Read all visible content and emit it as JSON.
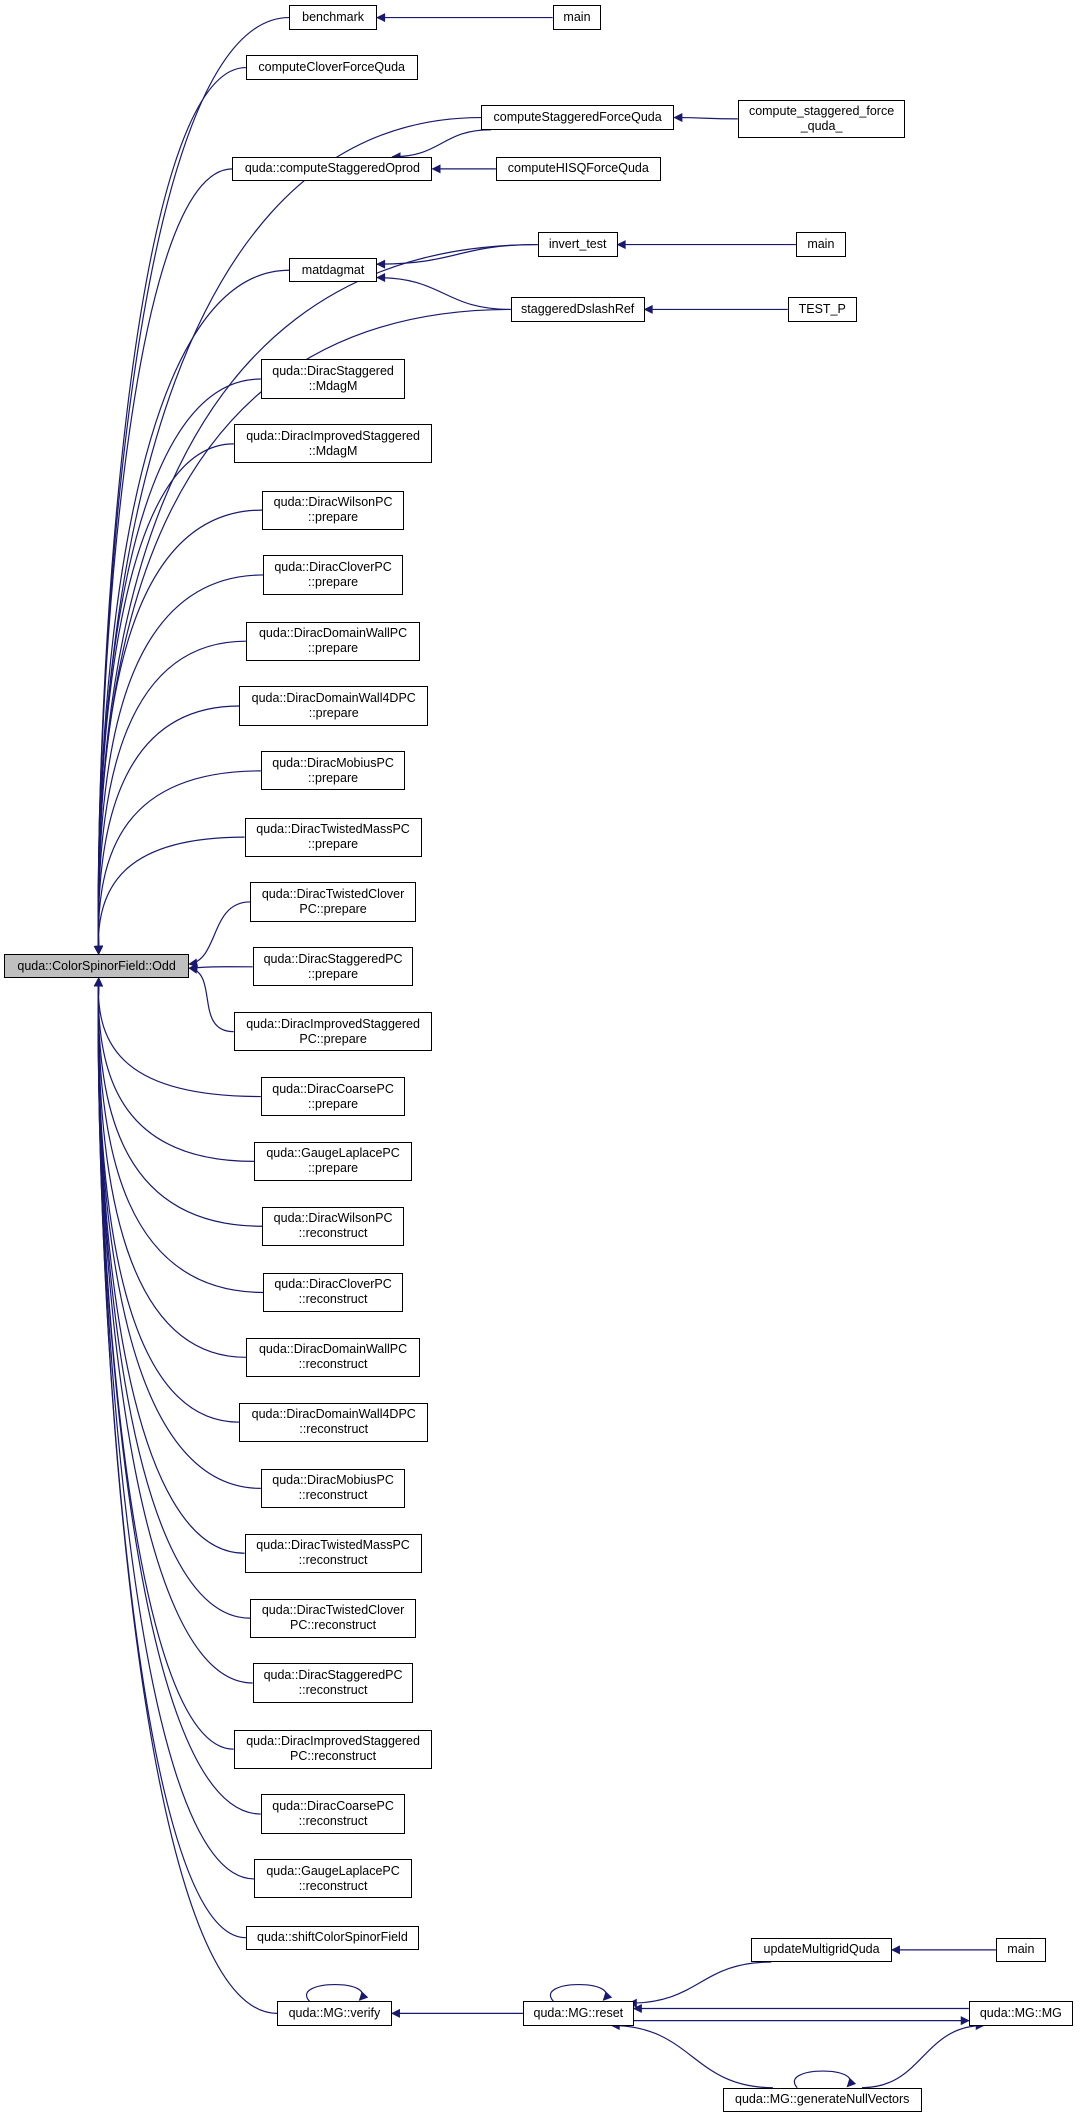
{
  "graph": {
    "root": "n_root",
    "colors": {
      "edge": "#191970",
      "node_border": "#000000",
      "root_fill": "#bfbfbf",
      "node_fill": "#ffffff"
    },
    "nodes": [
      {
        "id": "n_root",
        "label": "quda::ColorSpinorField::Odd"
      },
      {
        "id": "n_benchmark",
        "label": "benchmark"
      },
      {
        "id": "n_main1",
        "label": "main"
      },
      {
        "id": "n_cloverforce",
        "label": "computeCloverForceQuda"
      },
      {
        "id": "n_stagforce",
        "label": "computeStaggeredForceQuda"
      },
      {
        "id": "n_stagforce_",
        "label": "compute_staggered_force\n_quda_"
      },
      {
        "id": "n_stagoprod",
        "label": "quda::computeStaggeredOprod"
      },
      {
        "id": "n_hisq",
        "label": "computeHISQForceQuda"
      },
      {
        "id": "n_matdagmat",
        "label": "matdagmat"
      },
      {
        "id": "n_invert",
        "label": "invert_test"
      },
      {
        "id": "n_main2",
        "label": "main"
      },
      {
        "id": "n_stagdslash",
        "label": "staggeredDslashRef"
      },
      {
        "id": "n_testp",
        "label": "TEST_P"
      },
      {
        "id": "n_ds_mdagm",
        "label": "quda::DiracStaggered\n::MdagM"
      },
      {
        "id": "n_dis_mdagm",
        "label": "quda::DiracImprovedStaggered\n::MdagM"
      },
      {
        "id": "n_p1",
        "label": "quda::DiracWilsonPC\n::prepare"
      },
      {
        "id": "n_p2",
        "label": "quda::DiracCloverPC\n::prepare"
      },
      {
        "id": "n_p3",
        "label": "quda::DiracDomainWallPC\n::prepare"
      },
      {
        "id": "n_p4",
        "label": "quda::DiracDomainWall4DPC\n::prepare"
      },
      {
        "id": "n_p5",
        "label": "quda::DiracMobiusPC\n::prepare"
      },
      {
        "id": "n_p6",
        "label": "quda::DiracTwistedMassPC\n::prepare"
      },
      {
        "id": "n_p7",
        "label": "quda::DiracTwistedClover\nPC::prepare"
      },
      {
        "id": "n_p8",
        "label": "quda::DiracStaggeredPC\n::prepare"
      },
      {
        "id": "n_p9",
        "label": "quda::DiracImprovedStaggered\nPC::prepare"
      },
      {
        "id": "n_p10",
        "label": "quda::DiracCoarsePC\n::prepare"
      },
      {
        "id": "n_p11",
        "label": "quda::GaugeLaplacePC\n::prepare"
      },
      {
        "id": "n_r1",
        "label": "quda::DiracWilsonPC\n::reconstruct"
      },
      {
        "id": "n_r2",
        "label": "quda::DiracCloverPC\n::reconstruct"
      },
      {
        "id": "n_r3",
        "label": "quda::DiracDomainWallPC\n::reconstruct"
      },
      {
        "id": "n_r4",
        "label": "quda::DiracDomainWall4DPC\n::reconstruct"
      },
      {
        "id": "n_r5",
        "label": "quda::DiracMobiusPC\n::reconstruct"
      },
      {
        "id": "n_r6",
        "label": "quda::DiracTwistedMassPC\n::reconstruct"
      },
      {
        "id": "n_r7",
        "label": "quda::DiracTwistedClover\nPC::reconstruct"
      },
      {
        "id": "n_r8",
        "label": "quda::DiracStaggeredPC\n::reconstruct"
      },
      {
        "id": "n_r9",
        "label": "quda::DiracImprovedStaggered\nPC::reconstruct"
      },
      {
        "id": "n_r10",
        "label": "quda::DiracCoarsePC\n::reconstruct"
      },
      {
        "id": "n_r11",
        "label": "quda::GaugeLaplacePC\n::reconstruct"
      },
      {
        "id": "n_shift",
        "label": "quda::shiftColorSpinorField"
      },
      {
        "id": "n_verify",
        "label": "quda::MG::verify"
      },
      {
        "id": "n_reset",
        "label": "quda::MG::reset"
      },
      {
        "id": "n_updmg",
        "label": "updateMultigridQuda"
      },
      {
        "id": "n_main3",
        "label": "main"
      },
      {
        "id": "n_mgmg",
        "label": "quda::MG::MG"
      },
      {
        "id": "n_gennull",
        "label": "quda::MG::generateNullVectors"
      }
    ],
    "edges": [
      [
        "n_benchmark",
        "n_root"
      ],
      [
        "n_cloverforce",
        "n_root"
      ],
      [
        "n_stagforce",
        "n_root"
      ],
      [
        "n_stagoprod",
        "n_root"
      ],
      [
        "n_invert",
        "n_root"
      ],
      [
        "n_matdagmat",
        "n_root"
      ],
      [
        "n_stagdslash",
        "n_root"
      ],
      [
        "n_ds_mdagm",
        "n_root"
      ],
      [
        "n_dis_mdagm",
        "n_root"
      ],
      [
        "n_p1",
        "n_root"
      ],
      [
        "n_p2",
        "n_root"
      ],
      [
        "n_p3",
        "n_root"
      ],
      [
        "n_p4",
        "n_root"
      ],
      [
        "n_p5",
        "n_root"
      ],
      [
        "n_p6",
        "n_root"
      ],
      [
        "n_p7",
        "n_root"
      ],
      [
        "n_p8",
        "n_root"
      ],
      [
        "n_p9",
        "n_root"
      ],
      [
        "n_p10",
        "n_root"
      ],
      [
        "n_p11",
        "n_root"
      ],
      [
        "n_r1",
        "n_root"
      ],
      [
        "n_r2",
        "n_root"
      ],
      [
        "n_r3",
        "n_root"
      ],
      [
        "n_r4",
        "n_root"
      ],
      [
        "n_r5",
        "n_root"
      ],
      [
        "n_r6",
        "n_root"
      ],
      [
        "n_r7",
        "n_root"
      ],
      [
        "n_r8",
        "n_root"
      ],
      [
        "n_r9",
        "n_root"
      ],
      [
        "n_r10",
        "n_root"
      ],
      [
        "n_r11",
        "n_root"
      ],
      [
        "n_shift",
        "n_root"
      ],
      [
        "n_verify",
        "n_root"
      ],
      [
        "n_main1",
        "n_benchmark"
      ],
      [
        "n_stagforce_",
        "n_stagforce"
      ],
      [
        "n_stagforce",
        "n_stagoprod"
      ],
      [
        "n_hisq",
        "n_stagoprod"
      ],
      [
        "n_invert",
        "n_matdagmat"
      ],
      [
        "n_stagdslash",
        "n_matdagmat"
      ],
      [
        "n_main2",
        "n_invert"
      ],
      [
        "n_testp",
        "n_stagdslash"
      ],
      [
        "n_verify",
        "n_verify"
      ],
      [
        "n_reset",
        "n_verify"
      ],
      [
        "n_reset",
        "n_reset"
      ],
      [
        "n_updmg",
        "n_reset"
      ],
      [
        "n_mgmg",
        "n_reset"
      ],
      [
        "n_gennull",
        "n_reset"
      ],
      [
        "n_main3",
        "n_updmg"
      ],
      [
        "n_reset",
        "n_mgmg"
      ],
      [
        "n_gennull",
        "n_mgmg"
      ],
      [
        "n_gennull",
        "n_gennull"
      ]
    ]
  }
}
